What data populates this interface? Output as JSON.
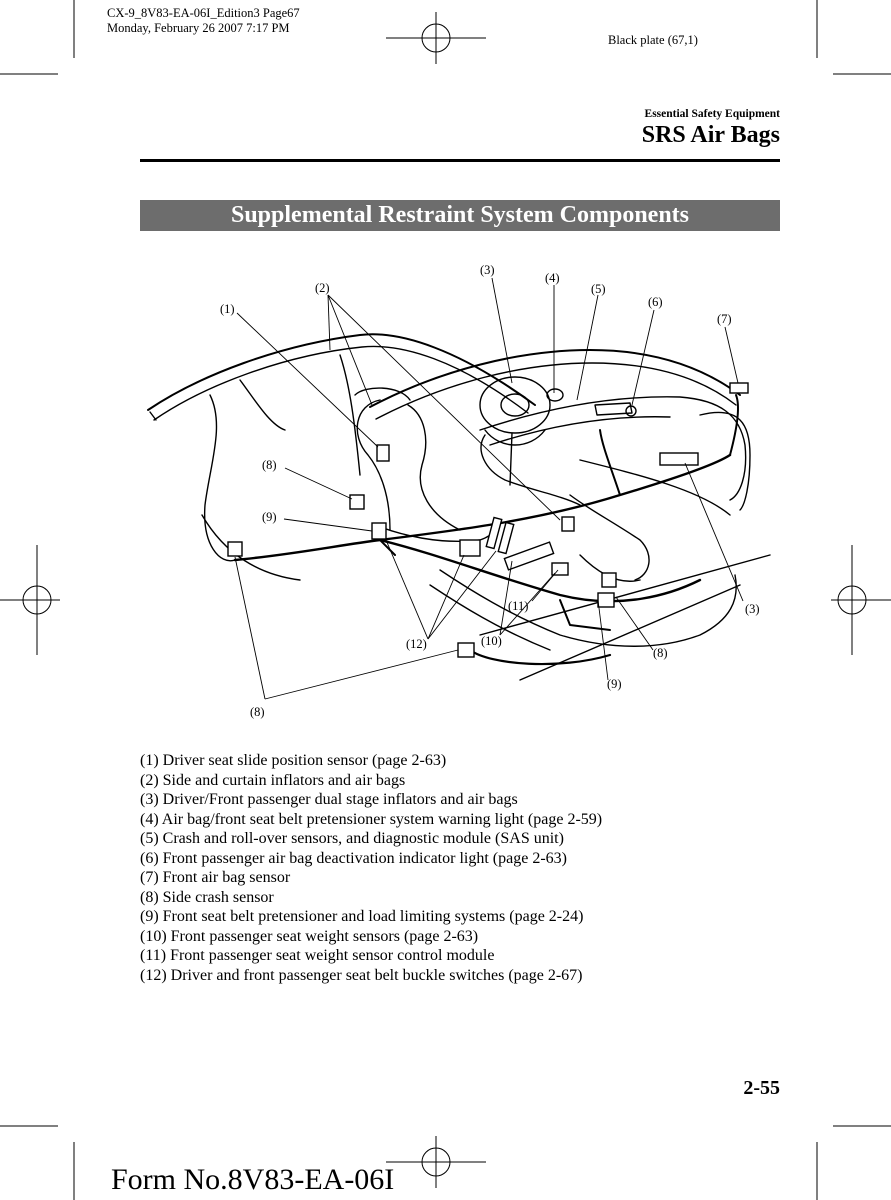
{
  "header": {
    "file_line": "CX-9_8V83-EA-06I_Edition3 Page67",
    "date_line": "Monday, February 26 2007 7:17 PM",
    "plate": "Black plate (67,1)",
    "section_label": "Essential Safety Equipment",
    "section_title": "SRS Air Bags"
  },
  "banner_title": "Supplemental Restraint System Components",
  "diagram": {
    "callouts": {
      "c1": "(1)",
      "c2": "(2)",
      "c3_top": "(3)",
      "c3_right": "(3)",
      "c4": "(4)",
      "c5": "(5)",
      "c6": "(6)",
      "c7": "(7)",
      "c8_left": "(8)",
      "c8_bottom": "(8)",
      "c8_right": "(8)",
      "c9_left": "(9)",
      "c9_bottom": "(9)",
      "c10": "(10)",
      "c11": "(11)",
      "c12": "(12)"
    }
  },
  "legend": [
    "(1) Driver seat slide position sensor (page 2-63)",
    "(2) Side and curtain inflators and air bags",
    "(3) Driver/Front passenger dual stage inflators and air bags",
    "(4) Air bag/front seat belt pretensioner system warning light (page 2-59)",
    "(5) Crash and roll-over sensors, and diagnostic module (SAS unit)",
    "(6) Front passenger air bag deactivation indicator light (page 2-63)",
    "(7) Front air bag sensor",
    "(8) Side crash sensor",
    "(9) Front seat belt pretensioner and load limiting systems (page 2-24)",
    "(10) Front passenger seat weight sensors (page 2-63)",
    "(11) Front passenger seat weight sensor control module",
    "(12) Driver and front passenger seat belt buckle switches (page 2-67)"
  ],
  "footer": {
    "page_number": "2-55",
    "form_number": "Form No.8V83-EA-06I"
  }
}
